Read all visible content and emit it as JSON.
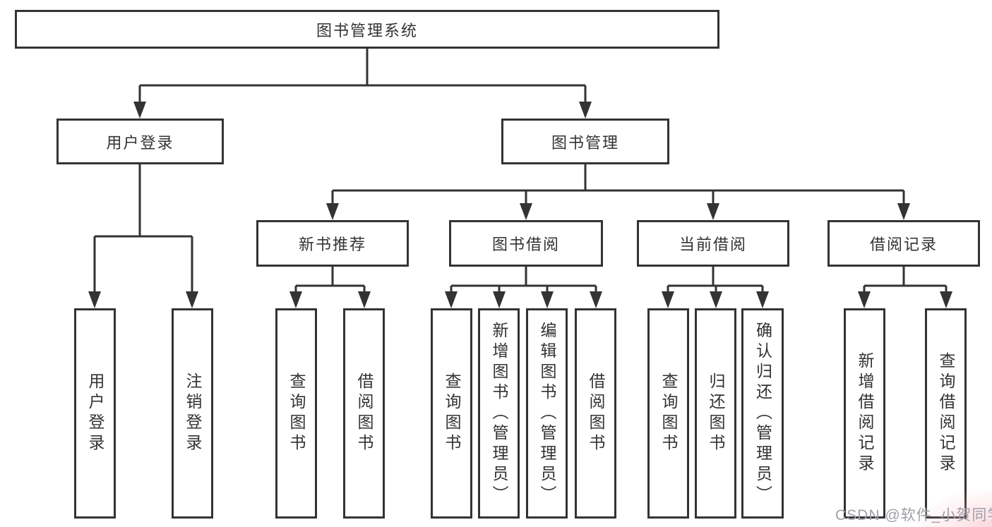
{
  "colors": {
    "line": "#333333",
    "box_border": "#333333",
    "text": "#333333",
    "box_background": "#ffffff",
    "page_background": "#ffffff",
    "watermark": "#9fa0a8"
  },
  "diagram": {
    "root": {
      "label": "图书管理系统"
    },
    "branches": [
      {
        "label": "用户登录",
        "children": [
          {
            "label": "用户登录"
          },
          {
            "label": "注销登录"
          }
        ]
      },
      {
        "label": "图书管理",
        "children": [
          {
            "label": "新书推荐",
            "children": [
              {
                "label": "查询图书"
              },
              {
                "label": "借阅图书"
              }
            ]
          },
          {
            "label": "图书借阅",
            "children": [
              {
                "label": "查询图书"
              },
              {
                "label": "新增图书（管理员）"
              },
              {
                "label": "编辑图书（管理员）"
              },
              {
                "label": "借阅图书"
              }
            ]
          },
          {
            "label": "当前借阅",
            "children": [
              {
                "label": "查询图书"
              },
              {
                "label": "归还图书"
              },
              {
                "label": "确认归还（管理员）"
              }
            ]
          },
          {
            "label": "借阅记录",
            "children": [
              {
                "label": "新增借阅记录"
              },
              {
                "label": "查询借阅记录"
              }
            ]
          }
        ]
      }
    ]
  },
  "watermark": {
    "text": "CSDN @软件_小贺同学"
  }
}
